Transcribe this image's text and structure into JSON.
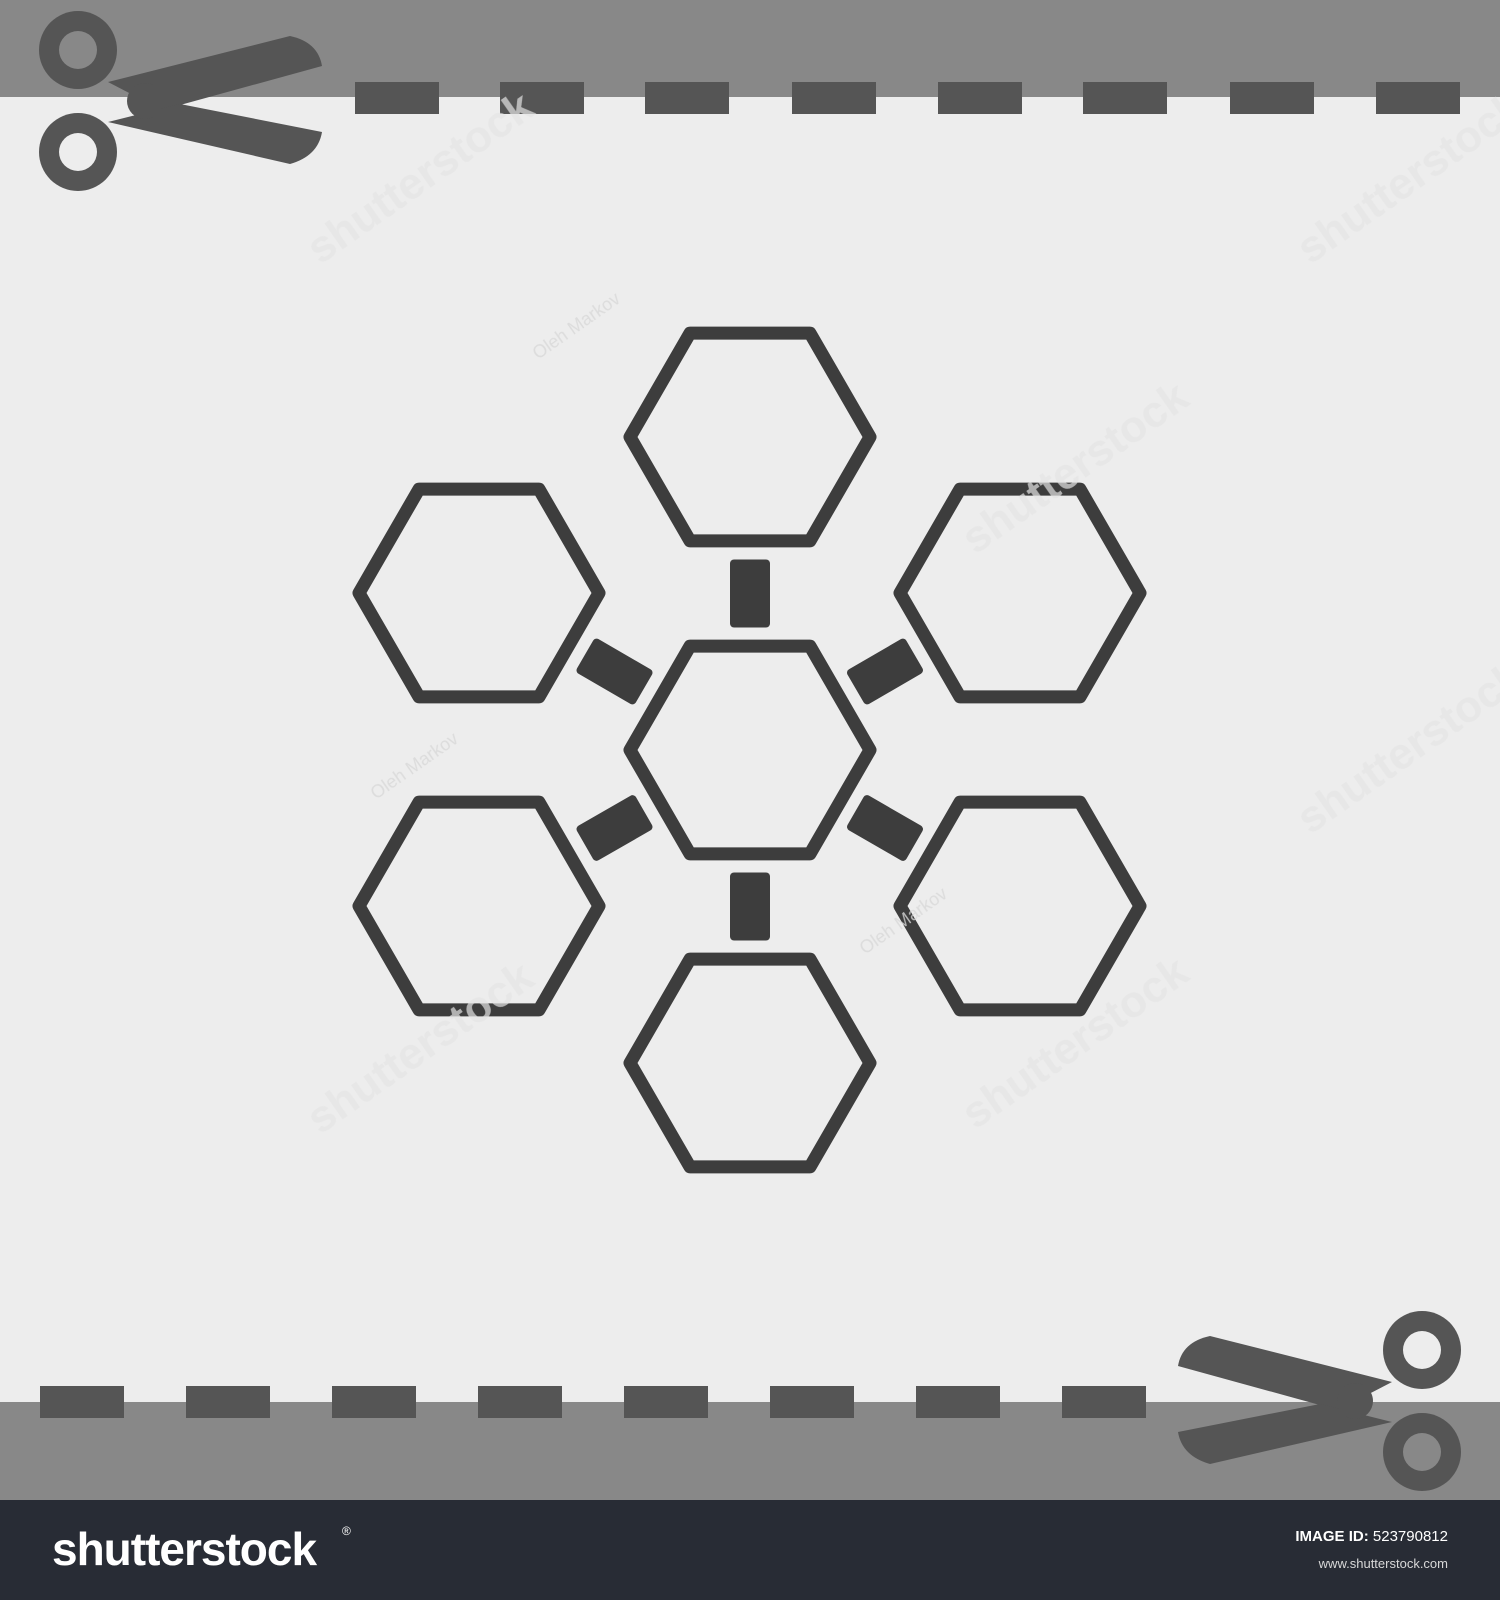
{
  "colors": {
    "background": "#ededed",
    "band": "#888888",
    "ink": "#3d3d3d",
    "dash": "#555555",
    "footer": "#282c35"
  },
  "diagram": {
    "center": {
      "label": ""
    },
    "satellites": [
      {
        "position": "top",
        "label": ""
      },
      {
        "position": "upper-right",
        "label": ""
      },
      {
        "position": "lower-right",
        "label": ""
      },
      {
        "position": "bottom",
        "label": ""
      },
      {
        "position": "lower-left",
        "label": ""
      },
      {
        "position": "upper-left",
        "label": ""
      }
    ]
  },
  "decor": {
    "top_cut_line": {
      "icon": "scissors-icon",
      "style": "dashed"
    },
    "bottom_cut_line": {
      "icon": "scissors-icon",
      "style": "dashed"
    }
  },
  "watermark": {
    "brand": "shutterstock",
    "author": "Oleh Markov"
  },
  "footer": {
    "brand": "shutterstock",
    "registered_mark": "®",
    "image_id_label": "IMAGE ID:",
    "image_id": "523790812",
    "url": "www.shutterstock.com"
  }
}
